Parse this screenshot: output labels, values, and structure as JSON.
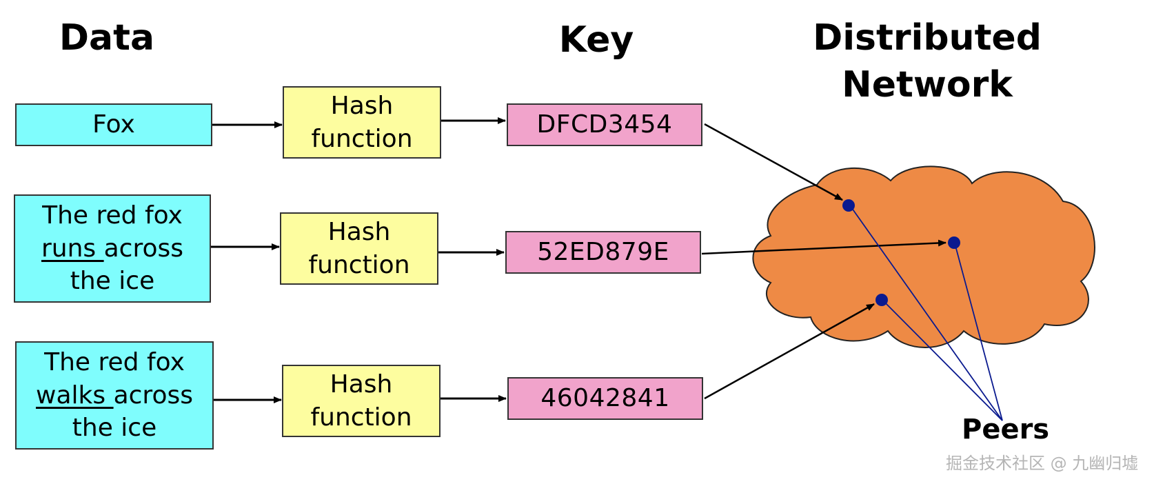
{
  "headings": {
    "data": "Data",
    "key": "Key",
    "network_line1": "Distributed",
    "network_line2": "Network"
  },
  "rows": [
    {
      "data_plain": "Fox",
      "hash_line1": "Hash",
      "hash_line2": "function",
      "key": "DFCD3454"
    },
    {
      "data_line1": "The red fox",
      "data_underlined": "runs ",
      "data_rest": "across",
      "data_line3": "the ice",
      "hash_line1": "Hash",
      "hash_line2": "function",
      "key": "52ED879E"
    },
    {
      "data_line1": "The red fox",
      "data_underlined": "walks ",
      "data_rest": "across",
      "data_line3": "the ice",
      "hash_line1": "Hash",
      "hash_line2": "function",
      "key": "46042841"
    }
  ],
  "peers_label": "Peers",
  "watermark": "掘金技术社区 @ 九幽归墟",
  "colors": {
    "data_box": "#7ffdfd",
    "hash_box": "#fdfd9f",
    "key_box": "#f1a3cb",
    "cloud": "#ee8a45",
    "peer": "#0a1a8f",
    "arrow": "#000000"
  }
}
